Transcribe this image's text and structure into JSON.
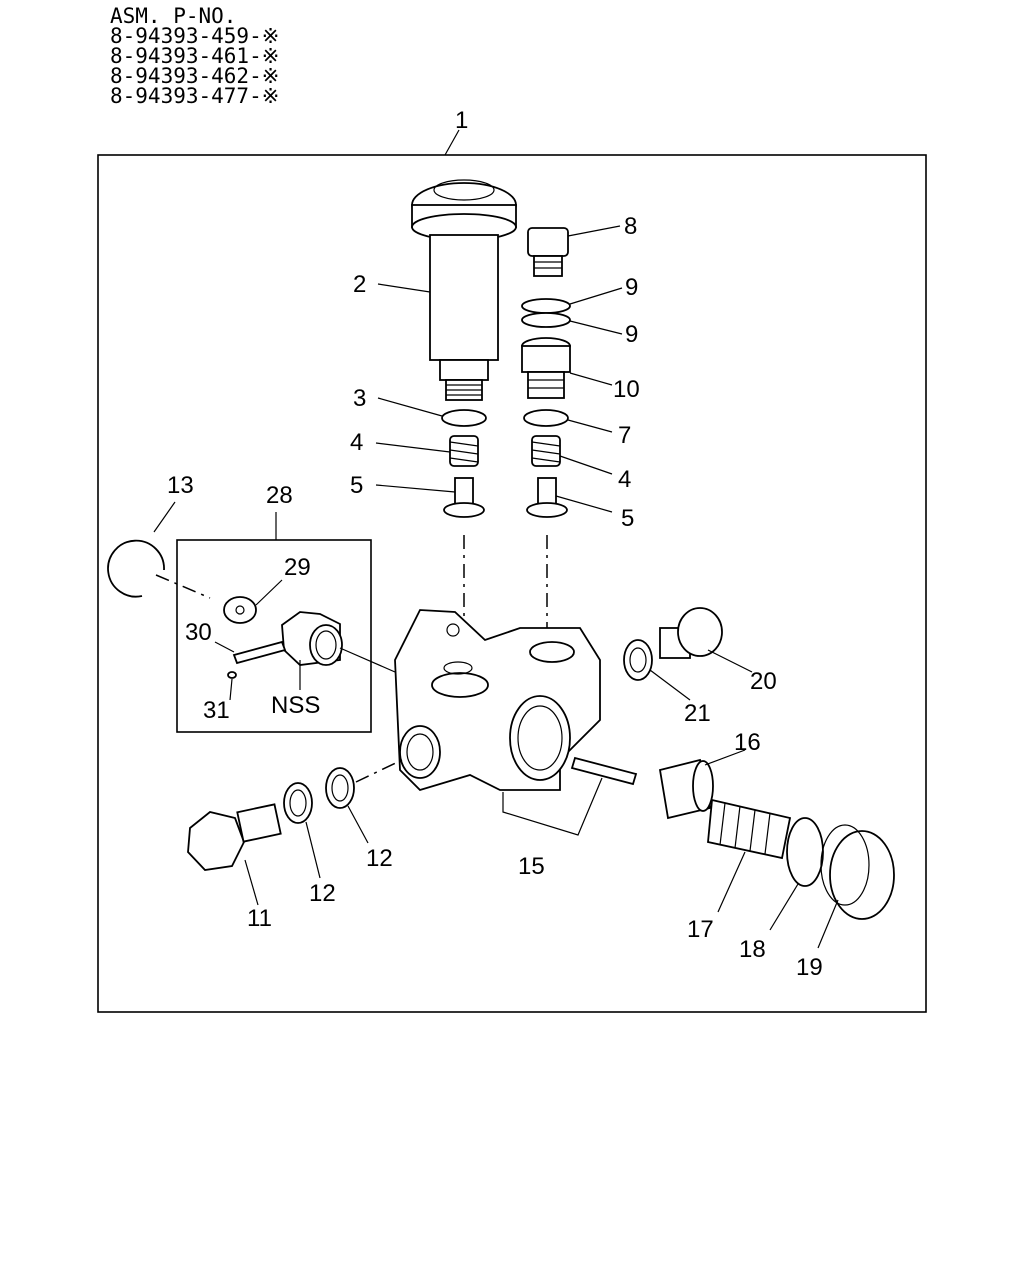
{
  "header": {
    "title": "ASM. P-NO.",
    "part_numbers": [
      "8-94393-459-※",
      "8-94393-461-※",
      "8-94393-462-※",
      "8-94393-477-※"
    ]
  },
  "callouts": {
    "c1": "1",
    "c2": "2",
    "c3": "3",
    "c4a": "4",
    "c4b": "4",
    "c5a": "5",
    "c5b": "5",
    "c7": "7",
    "c8": "8",
    "c9a": "9",
    "c9b": "9",
    "c10": "10",
    "c11": "11",
    "c12a": "12",
    "c12b": "12",
    "c13": "13",
    "c15": "15",
    "c16": "16",
    "c17": "17",
    "c18": "18",
    "c19": "19",
    "c20": "20",
    "c21": "21",
    "c28": "28",
    "c29": "29",
    "c30": "30",
    "c31": "31",
    "nss": "NSS"
  }
}
